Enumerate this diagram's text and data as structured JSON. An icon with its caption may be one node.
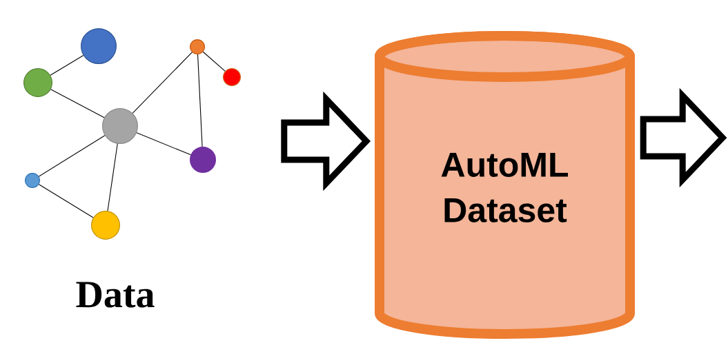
{
  "diagram": {
    "nodes": [
      {
        "text": [
          "Data"
        ]
      },
      {
        "text": [],
        "shape": "circle"
      },
      {
        "text": [],
        "shape": "circle"
      },
      {
        "text": [],
        "shape": "circle"
      },
      {
        "text": [],
        "shape": "circle"
      },
      {
        "text": [],
        "shape": "circle"
      },
      {
        "text": [],
        "shape": "circle"
      },
      {
        "text": [],
        "shape": "circle"
      },
      {
        "text": [],
        "shape": "circle"
      },
      {
        "text": [
          "AutoML Dataset"
        ]
      }
    ],
    "edges": [
      {
        "from": 1,
        "to": 2,
        "arrow": "none"
      },
      {
        "from": 2,
        "to": 3,
        "arrow": "none"
      },
      {
        "from": 3,
        "to": 4,
        "arrow": "none"
      },
      {
        "from": 4,
        "to": 5,
        "arrow": "none"
      },
      {
        "from": 4,
        "to": 6,
        "arrow": "none"
      },
      {
        "from": 3,
        "to": 6,
        "arrow": "none"
      },
      {
        "from": 3,
        "to": 7,
        "arrow": "none"
      },
      {
        "from": 3,
        "to": 8,
        "arrow": "none"
      },
      {
        "from": 7,
        "to": 8,
        "arrow": "none"
      },
      {
        "from": null,
        "to": 9,
        "arrow": "to"
      },
      {
        "from": 9,
        "to": null,
        "arrow": "to"
      }
    ]
  }
}
